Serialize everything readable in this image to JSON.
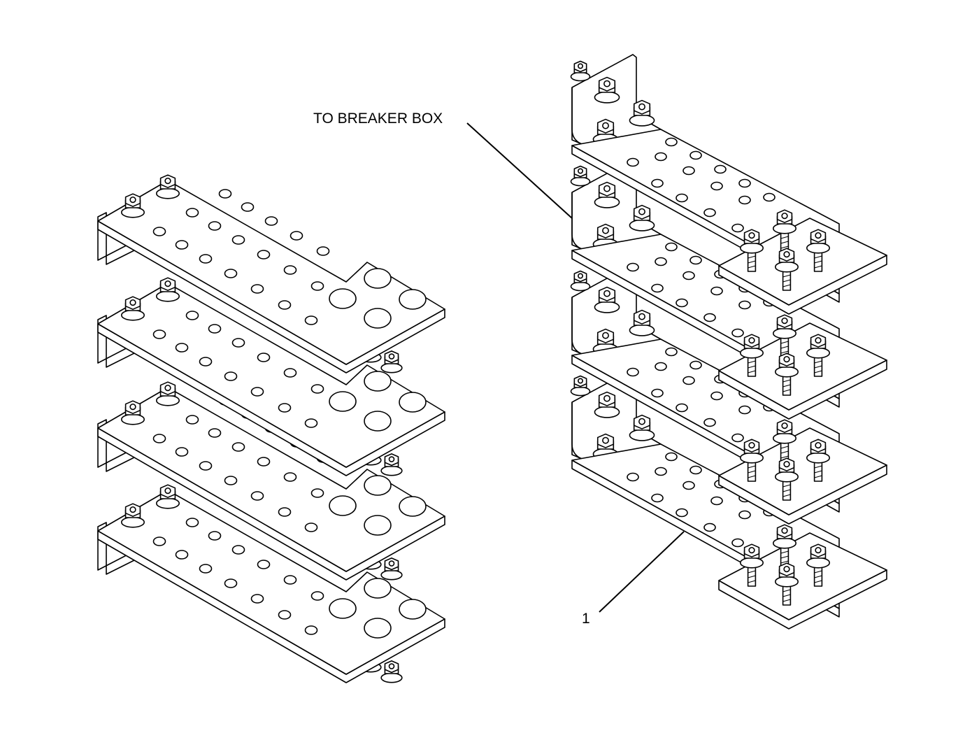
{
  "diagram": {
    "callouts": {
      "to_breaker_box": "TO BREAKER BOX",
      "item_1": "1"
    },
    "left_assembly": {
      "plate_count": 4
    },
    "right_assembly": {
      "plate_count": 4
    }
  },
  "colors": {
    "line": "#000000",
    "fill": "#ffffff"
  }
}
